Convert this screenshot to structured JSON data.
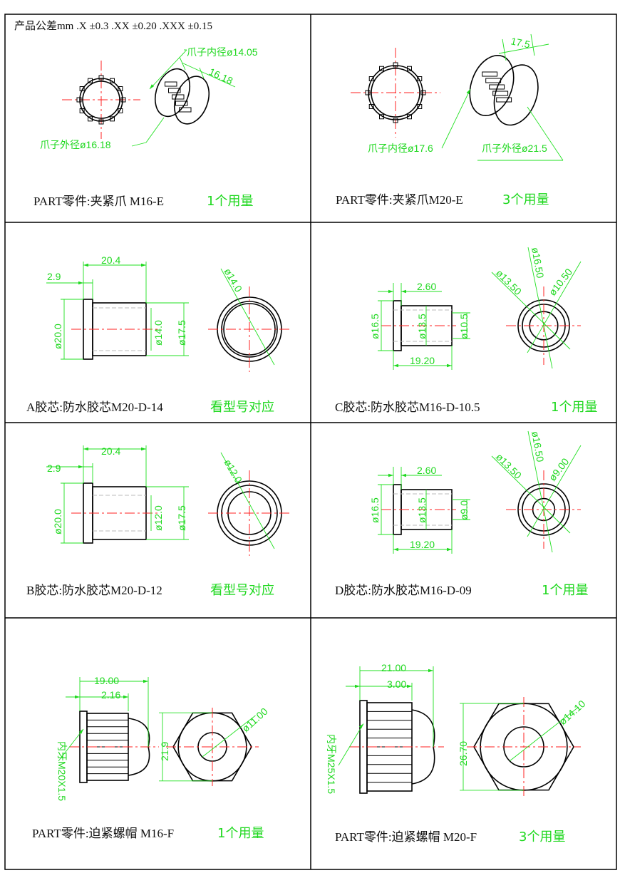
{
  "tolerance": "产品公差mm .X ±0.3  .XX ±0.20 .XXX ±0.15",
  "colors": {
    "dimension": "#1ed81e",
    "centerline": "#ff2020",
    "outline": "#000000"
  },
  "panels": [
    {
      "id": "m16-e",
      "title": "PART零件:夹紧爪 M16-E",
      "qty": "1个用量",
      "labels": [
        "爪子内径ø14.05",
        "16.18",
        "爪子外径ø16.18"
      ]
    },
    {
      "id": "m20-e",
      "title": "PART零件:夹紧爪M20-E",
      "qty": "3个用量",
      "labels": [
        "17.5",
        "爪子内径ø17.6",
        "爪子外径ø21.5"
      ]
    },
    {
      "id": "a",
      "title": "A胶芯:防水胶芯M20-D-14",
      "qty": "看型号对应",
      "labels": [
        "20.4",
        "2.9",
        "ø20.0",
        "ø14.0",
        "ø17.5",
        "ø14.0"
      ]
    },
    {
      "id": "c",
      "title": "C胶芯:防水胶芯M16-D-10.5",
      "qty": "1个用量",
      "labels": [
        "2.60",
        "19.20",
        "ø16.5",
        "ø13.5",
        "ø10.5",
        "ø13.50",
        "ø16.50",
        "ø10.50"
      ]
    },
    {
      "id": "b",
      "title": "B胶芯:防水胶芯M20-D-12",
      "qty": "看型号对应",
      "labels": [
        "20.4",
        "2.9",
        "ø20.0",
        "ø12.0",
        "ø17.5",
        "ø12.0"
      ]
    },
    {
      "id": "d",
      "title": "D胶芯:防水胶芯M16-D-09",
      "qty": "1个用量",
      "labels": [
        "2.60",
        "19.20",
        "ø16.5",
        "ø13.5",
        "ø9.0",
        "ø13.50",
        "ø16.50",
        "ø9.00"
      ]
    },
    {
      "id": "m16-f",
      "title": "PART零件:迫紧螺帽 M16-F",
      "qty": "1个用量",
      "labels": [
        "19.00",
        "2.16",
        "21.9",
        "ø11.00",
        "内牙M20X1.5"
      ]
    },
    {
      "id": "m20-f",
      "title": "PART零件:迫紧螺帽 M20-F",
      "qty": "3个用量",
      "labels": [
        "21.00",
        "3.00",
        "26.70",
        "ø14.10",
        "内牙M25X1.5"
      ]
    }
  ]
}
